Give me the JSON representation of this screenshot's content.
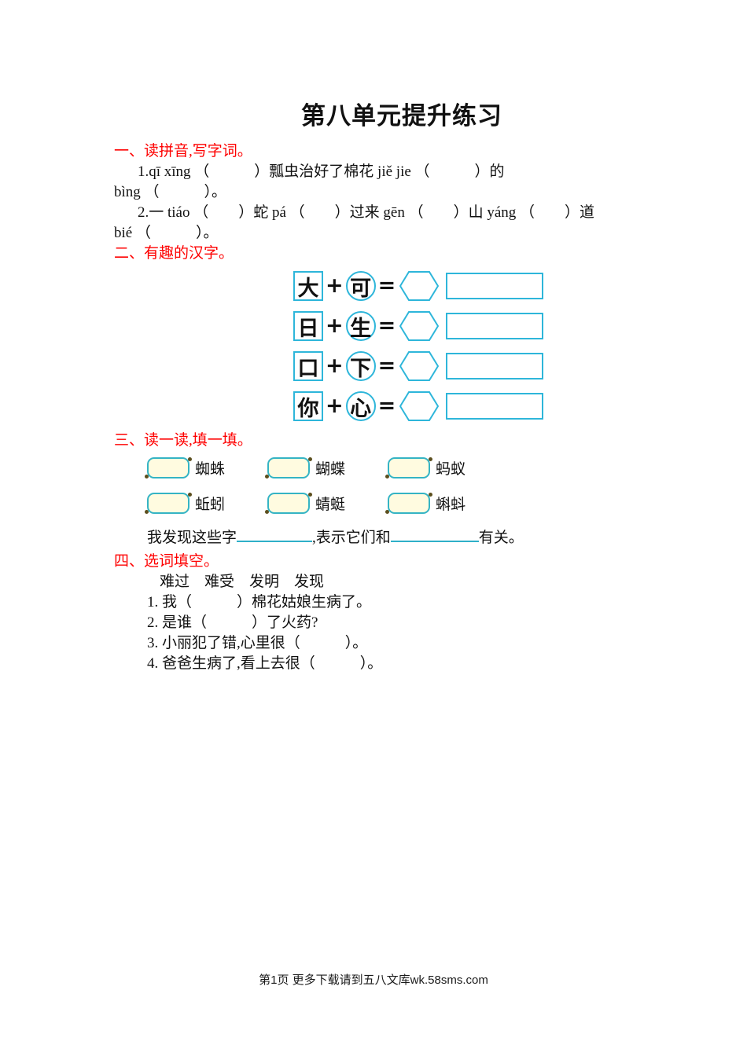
{
  "page": {
    "title": "第八单元提升练习",
    "footer": "第1页 更多下载请到五八文库wk.58sms.com"
  },
  "section1": {
    "heading": "一、读拼音,写字词。",
    "line1": "1.qī xīng （　　　）瓢虫治好了棉花 jiě jie （　　　）的",
    "line2": "bìng （　　　）。",
    "line3": "2.一 tiáo （　　）蛇 pá （　　）过来 gēn （　　）山 yáng （　　）道",
    "line4": "bié （　　　）。"
  },
  "section2": {
    "heading": "二、有趣的汉字。",
    "plus": "+",
    "equals": "=",
    "rows": [
      {
        "left": "大",
        "right": "可"
      },
      {
        "left": "日",
        "right": "生"
      },
      {
        "left": "口",
        "right": "下"
      },
      {
        "left": "你",
        "right": "心"
      }
    ]
  },
  "section3": {
    "heading": "三、读一读,填一填。",
    "words": [
      "蜘蛛",
      "蝴蝶",
      "蚂蚁",
      "蚯蚓",
      "蜻蜓",
      "蝌蚪"
    ],
    "sentence_part1": "我发现这些字",
    "sentence_part2": ",表示它们和",
    "sentence_part3": "有关。"
  },
  "section4": {
    "heading": "四、选词填空。",
    "options": "难过　难受　发明　发现",
    "items": [
      "1. 我（　　　）棉花姑娘生病了。",
      "2. 是谁（　　　）了火药?",
      "3. 小丽犯了错,心里很（　　　）。",
      "4. 爸爸生病了,看上去很（　　　）。"
    ]
  },
  "colors": {
    "heading_red": "#fe0000",
    "shape_cyan": "#2eb6da",
    "capsule_border": "#35b4c4",
    "capsule_fill": "#fffbe0",
    "underline_cyan": "#2fb0c8"
  }
}
